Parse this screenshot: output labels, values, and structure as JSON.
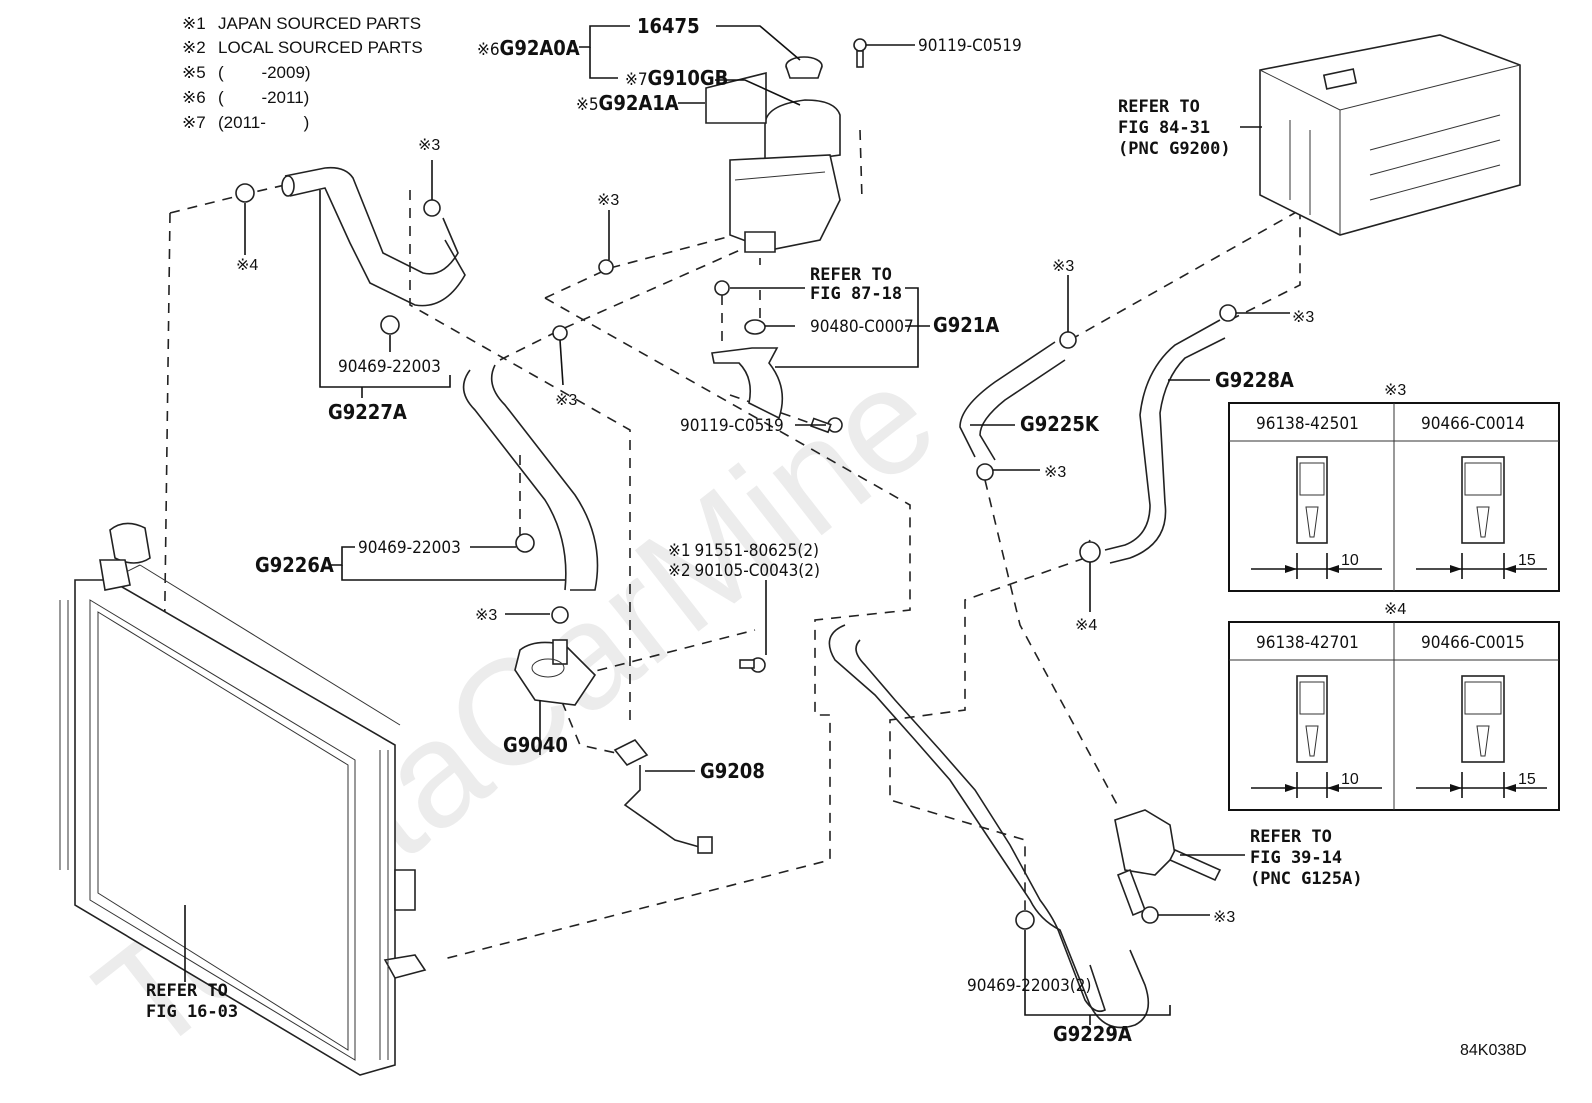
{
  "legend": [
    {
      "mark": "※1",
      "text": "JAPAN SOURCED PARTS"
    },
    {
      "mark": "※2",
      "text": "LOCAL SOURCED PARTS"
    },
    {
      "mark": "※5",
      "text": "(        -2009)"
    },
    {
      "mark": "※6",
      "text": "(        -2011)"
    },
    {
      "mark": "※7",
      "text": "(2011-        )"
    }
  ],
  "watermark": "ToyotaCarMine",
  "figure_code": "84K038D",
  "callouts": {
    "g92a0a": {
      "mark": "※6",
      "pn": "G92A0A"
    },
    "cap": {
      "pn": "16475"
    },
    "g910gb": {
      "mark": "※7",
      "pn": "G910GB"
    },
    "g92a1a": {
      "mark": "※5",
      "pn": "G92A1A"
    },
    "bolt_top": {
      "pn": "90119-C0519"
    },
    "bolt_bracket": {
      "pn": "90119-C0519"
    },
    "grommet": {
      "pn": "90480-C0007"
    },
    "bracket_assy": {
      "pn": "G921A"
    },
    "hose_g9227a": {
      "pn": "G9227A"
    },
    "clamp_g9227a": {
      "pn": "90469-22003"
    },
    "hose_g9226a": {
      "pn": "G9226A"
    },
    "clamp_g9226a": {
      "pn": "90469-22003"
    },
    "pump_bolt_1": {
      "mark": "※1",
      "pn": "91551-80625(2)"
    },
    "pump_bolt_2": {
      "mark": "※2",
      "pn": "90105-C0043(2)"
    },
    "pump": {
      "pn": "G9040"
    },
    "harness": {
      "pn": "G9208"
    },
    "hose_g9225k": {
      "pn": "G9225K"
    },
    "hose_g9228a": {
      "pn": "G9228A"
    },
    "hose_g9229a": {
      "pn": "G9229A"
    },
    "clamp_g9229a": {
      "pn": "90469-22003(2)"
    }
  },
  "clip_marks": {
    "clip3": "※3",
    "clip4": "※4"
  },
  "references": {
    "inverter": [
      "REFER TO",
      "FIG 84-31",
      "(PNC G9200)"
    ],
    "bracket": [
      "REFER TO",
      "FIG 87-18"
    ],
    "radiator": [
      "REFER TO",
      "FIG 16-03"
    ],
    "valve": [
      "REFER TO",
      "FIG 39-14",
      "(PNC G125A)"
    ]
  },
  "clip_tables": [
    {
      "title": "※3",
      "columns": [
        {
          "part_no": "96138-42501",
          "dimension": "10"
        },
        {
          "part_no": "90466-C0014",
          "dimension": "15"
        }
      ]
    },
    {
      "title": "※4",
      "columns": [
        {
          "part_no": "96138-42701",
          "dimension": "10"
        },
        {
          "part_no": "90466-C0015",
          "dimension": "15"
        }
      ]
    }
  ]
}
